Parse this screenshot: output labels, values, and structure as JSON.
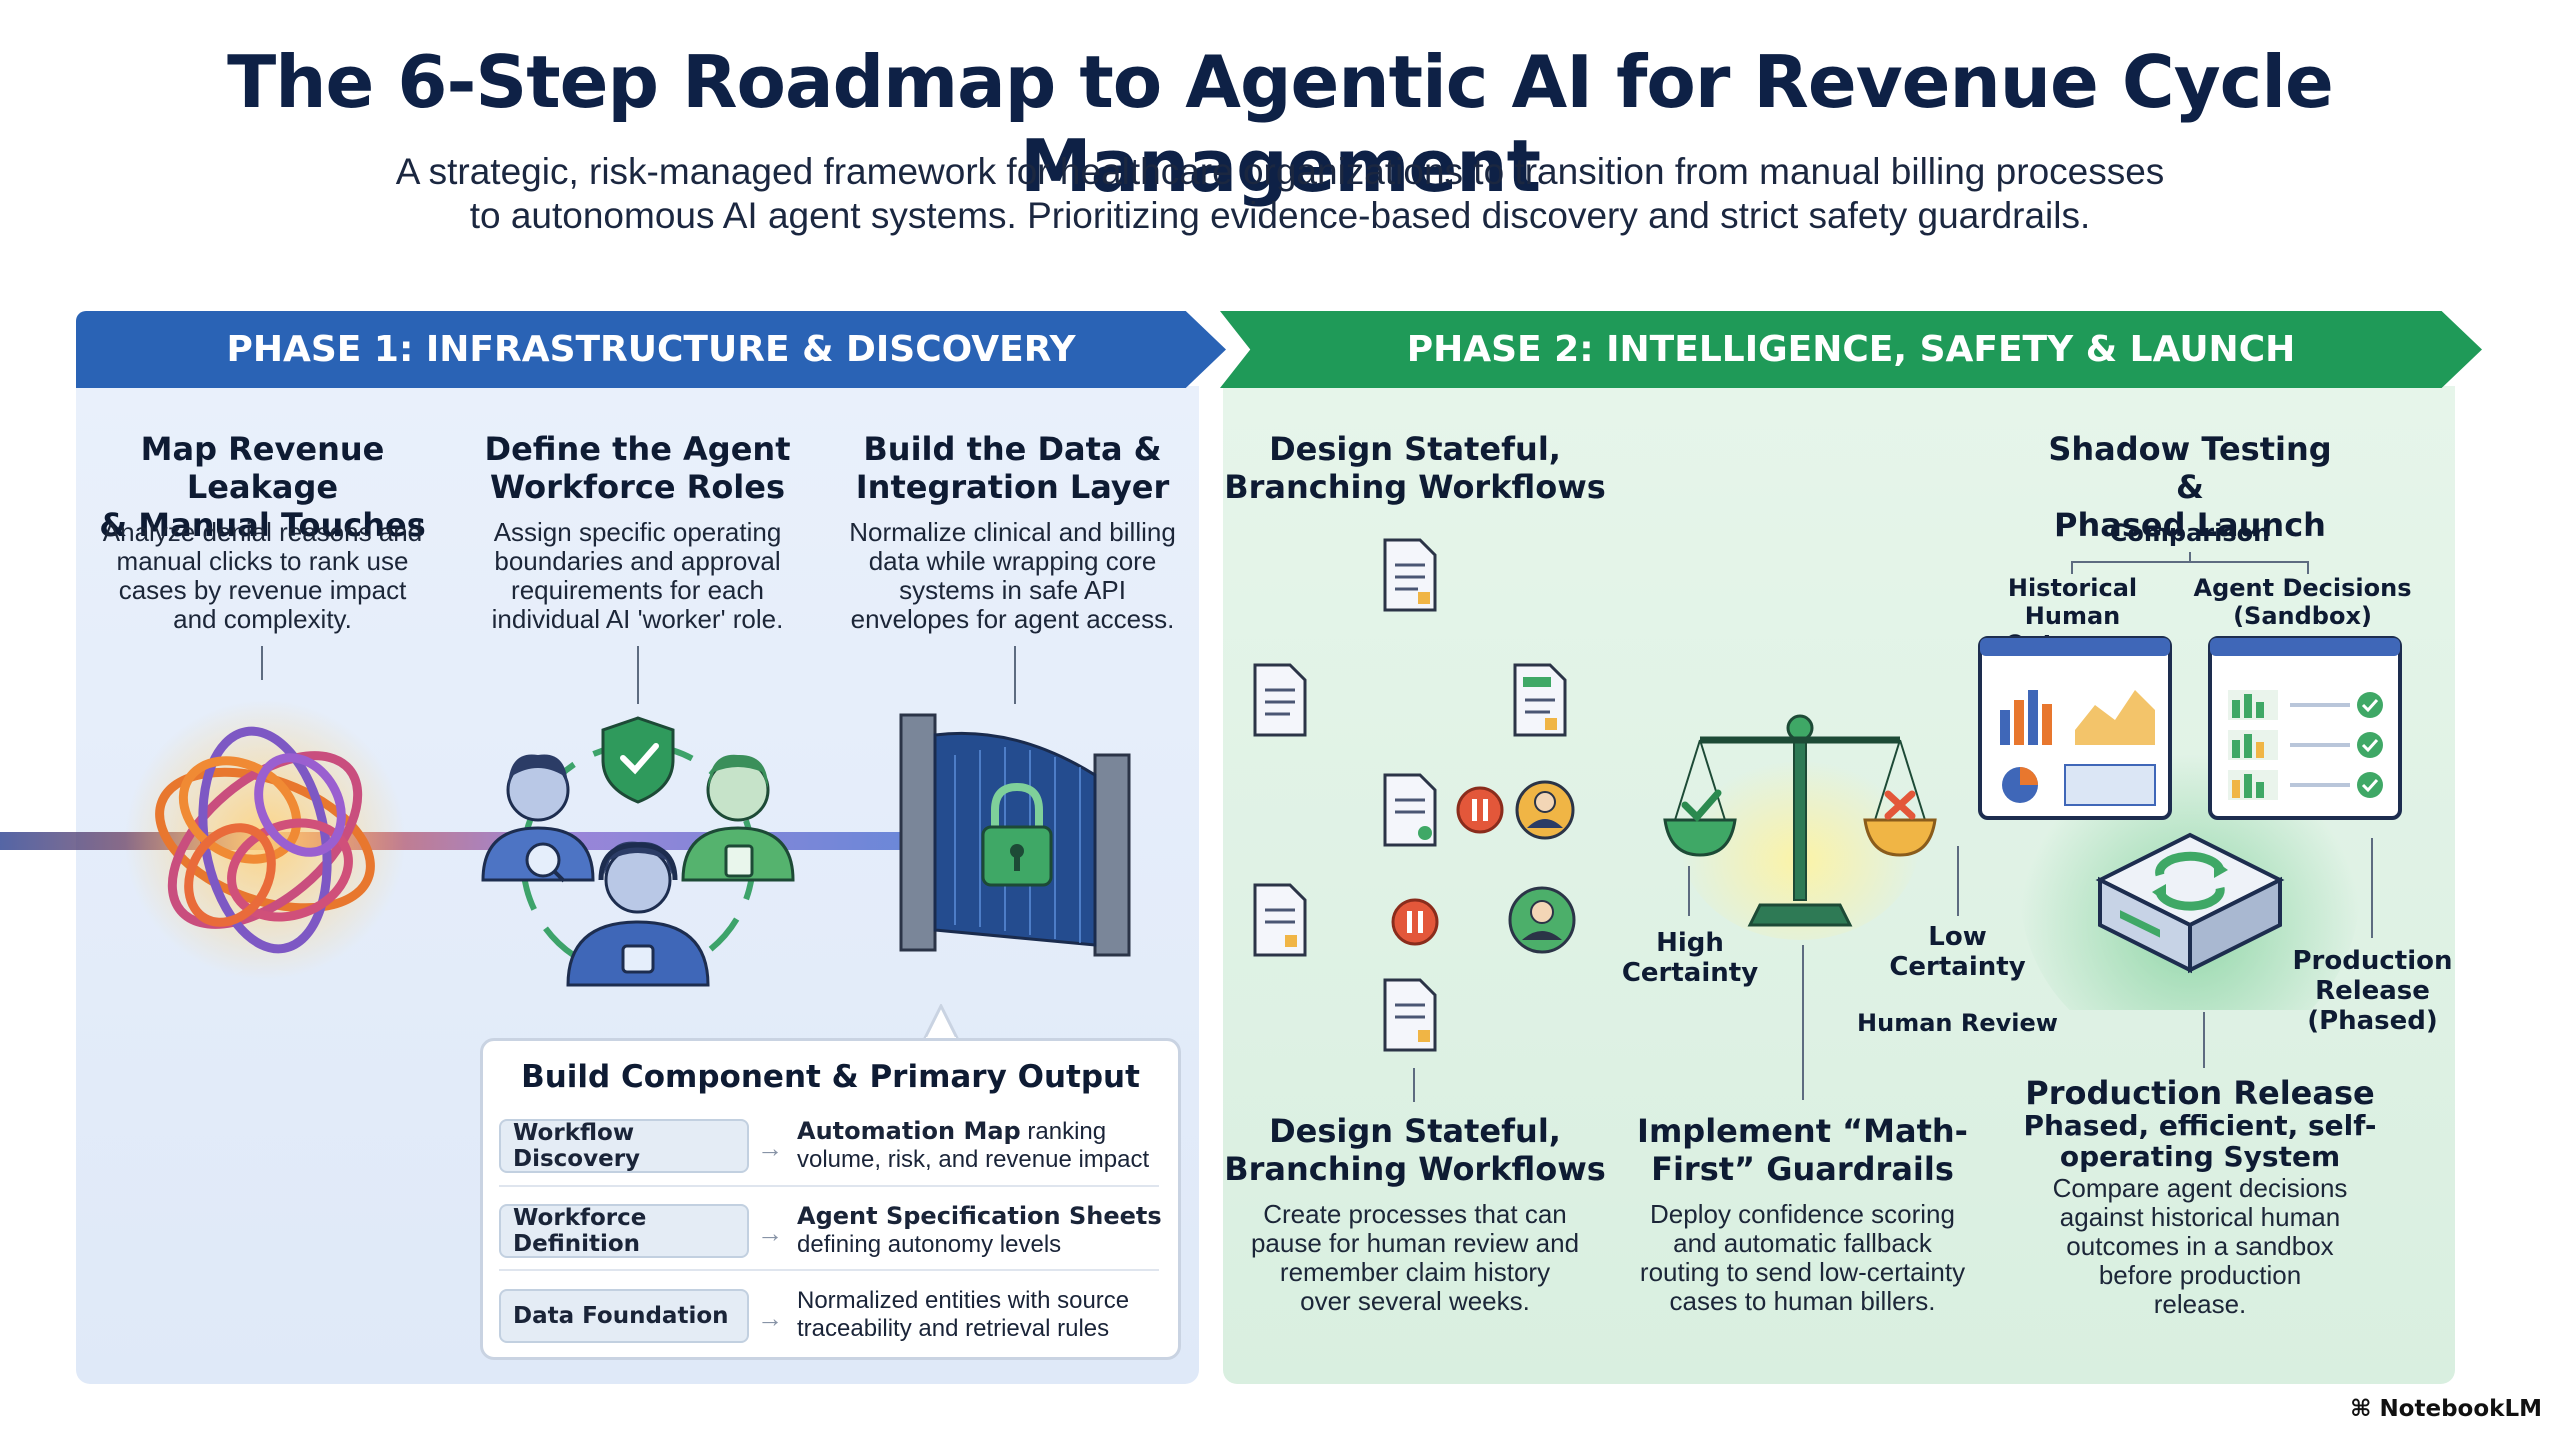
{
  "title": "The 6-Step Roadmap to Agentic AI for Revenue Cycle Management",
  "subtitle": [
    "A strategic, risk-managed framework for healthcare organizations to transition from manual billing processes",
    "to autonomous AI agent systems. Prioritizing evidence-based discovery and strict safety guardrails."
  ],
  "phase1": {
    "banner": "PHASE 1: INFRASTRUCTURE & DISCOVERY",
    "steps": [
      {
        "title": [
          "Map Revenue Leakage",
          "& Manual Touches"
        ],
        "desc": [
          "Analyze denial reasons and",
          "manual clicks to rank use",
          "cases by revenue impact",
          "and complexity."
        ]
      },
      {
        "title": [
          "Define the Agent",
          "Workforce Roles"
        ],
        "desc": [
          "Assign specific operating",
          "boundaries and approval",
          "requirements for each",
          "individual AI 'worker' role."
        ]
      },
      {
        "title": [
          "Build the Data &",
          "Integration Layer"
        ],
        "desc": [
          "Normalize clinical and billing",
          "data while wrapping core",
          "systems in safe API",
          "envelopes for agent access."
        ]
      }
    ],
    "summary": {
      "title": "Build Component & Primary Output",
      "rows": [
        {
          "component": "Workflow Discovery",
          "output_bold": "Automation Map",
          "output": [
            " ranking",
            "volume, risk, and revenue impact"
          ]
        },
        {
          "component": "Workforce Definition",
          "output_bold": "Agent Specification Sheets",
          "output": [
            "",
            "defining autonomy levels"
          ]
        },
        {
          "component": "Data Foundation",
          "output_bold": "",
          "output": [
            "Normalized entities with source",
            "traceability and retrieval rules"
          ]
        }
      ]
    }
  },
  "phase2": {
    "banner": "PHASE 2: INTELLIGENCE, SAFETY & LAUNCH",
    "top_workflow_title": [
      "Design Stateful,",
      "Branching Workflows"
    ],
    "shadow_title": [
      "Shadow Testing &",
      "Phased Launch"
    ],
    "comparison_label": "Comparison",
    "historical_label": [
      "Historical",
      "Human Outcomes"
    ],
    "agent_label": [
      "Agent Decisions",
      "(Sandbox)"
    ],
    "high_certainty": [
      "High",
      "Certainty"
    ],
    "low_certainty": [
      "Low",
      "Certainty"
    ],
    "human_review": "Human Review",
    "production_release_side": [
      "Production",
      "Release",
      "(Phased)"
    ],
    "steps": [
      {
        "title": [
          "Design Stateful,",
          "Branching Workflows"
        ],
        "desc": [
          "Create processes that can",
          "pause for human review and",
          "remember claim history",
          "over several weeks."
        ]
      },
      {
        "title": [
          "Implement “Math-",
          "First” Guardrails"
        ],
        "desc": [
          "Deploy confidence scoring",
          "and automatic fallback",
          "routing to send low-certainty",
          "cases to human billers."
        ]
      },
      {
        "title": [
          "Production Release"
        ],
        "subtitle": [
          "Phased, efficient, self-",
          "operating System"
        ],
        "desc": [
          "Compare agent decisions",
          "against historical human",
          "outcomes in a sandbox",
          "before production",
          "release."
        ]
      }
    ]
  },
  "brand": "NotebookLM",
  "colors": {
    "phase1": "#2a63b5",
    "phase2": "#1f9a58",
    "title": "#0e2146"
  },
  "icons": [
    "tangled-knot-icon",
    "workforce-team-icon",
    "shield-check-icon",
    "secure-gate-lock-icon",
    "document-icon",
    "pause-icon",
    "person-avatar-icon",
    "balance-scale-icon",
    "dashboard-chart-icon",
    "sync-server-icon"
  ]
}
